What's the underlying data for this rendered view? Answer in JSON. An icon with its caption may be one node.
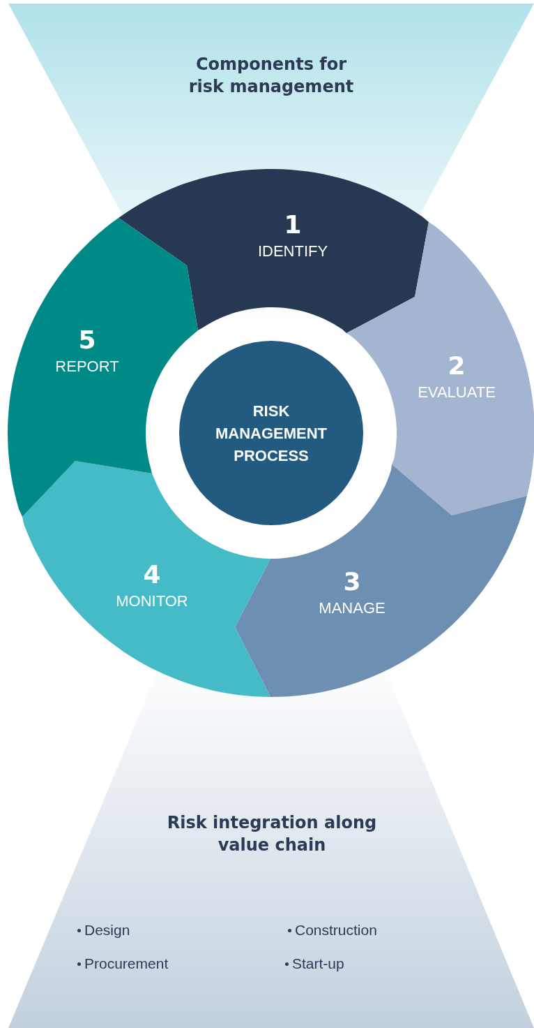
{
  "diagram": {
    "nodes": [
      {
        "text": [
          "Components for risk management"
        ]
      },
      {
        "text": [
          "1",
          "IDENTIFY"
        ]
      },
      {
        "text": [
          "2",
          "EVALUATE"
        ]
      },
      {
        "text": [
          "3",
          "MANAGE"
        ]
      },
      {
        "text": [
          "4",
          "MONITOR"
        ]
      },
      {
        "text": [
          "5",
          "REPORT"
        ]
      },
      {
        "text": [
          "RISK MANAGEMENT PROCESS"
        ]
      },
      {
        "text": [
          "Risk integration along value chain",
          "Design",
          "Construction",
          "Procurement",
          "Start-up"
        ]
      }
    ]
  }
}
